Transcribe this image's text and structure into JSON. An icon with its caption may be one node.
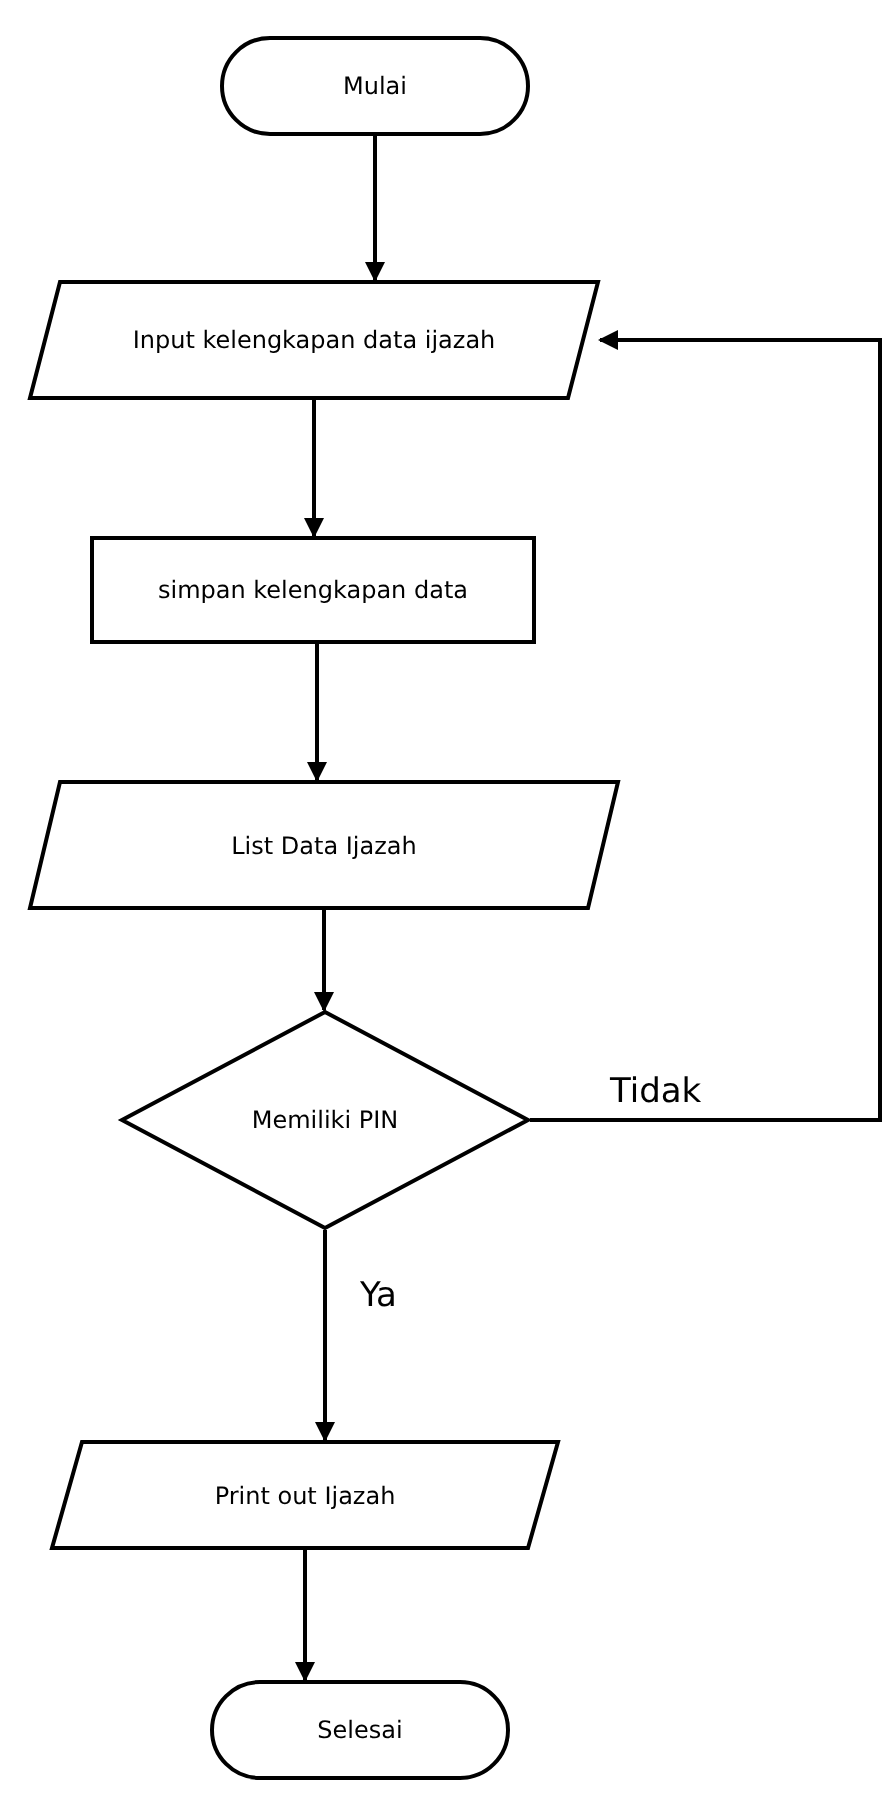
{
  "diagram": {
    "nodes": [
      {
        "text": [
          "Mulai"
        ]
      },
      {
        "text": [
          "Input kelengkapan data ijazah"
        ]
      },
      {
        "text": [
          "simpan kelengkapan data"
        ]
      },
      {
        "text": [
          "List Data Ijazah"
        ]
      },
      {
        "text": [
          "Memiliki PIN"
        ]
      },
      {
        "text": [
          "Print out Ijazah"
        ]
      },
      {
        "text": [
          "Selesai"
        ]
      }
    ],
    "edges": [
      {
        "from": 0,
        "to": 1,
        "arrow": "to"
      },
      {
        "from": 1,
        "to": 2,
        "arrow": "to"
      },
      {
        "from": 2,
        "to": 3,
        "arrow": "to"
      },
      {
        "from": 3,
        "to": 4,
        "arrow": "to"
      },
      {
        "from": 4,
        "to": 5,
        "arrow": "to",
        "label": "Ya"
      },
      {
        "from": 4,
        "to": 1,
        "arrow": "to",
        "label": "Tidak"
      },
      {
        "from": 5,
        "to": 6,
        "arrow": "to"
      }
    ]
  }
}
